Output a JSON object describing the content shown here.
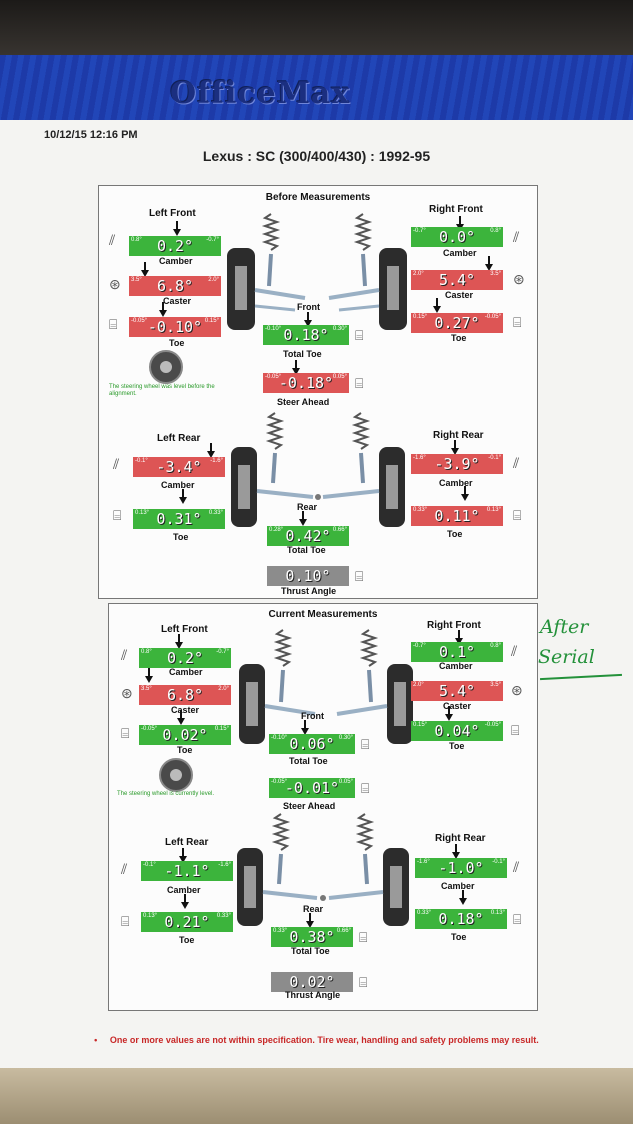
{
  "header": {
    "datetime": "10/12/15 12:16 PM",
    "vehicle": "Lexus : SC (300/400/430) : 1992-95",
    "folder_brand": "OfficeMax"
  },
  "before": {
    "title": "Before Measurements",
    "left_front_label": "Left Front",
    "right_front_label": "Right Front",
    "left_front": {
      "camber": {
        "value": "0.2°",
        "lo": "0.8°",
        "hi": "-0.7°",
        "label": "Camber"
      },
      "caster": {
        "value": "6.8°",
        "lo": "3.5°",
        "hi": "2.0°",
        "label": "Caster"
      },
      "toe": {
        "value": "-0.10°",
        "lo": "-0.05°",
        "hi": "0.15°",
        "label": "Toe"
      }
    },
    "right_front": {
      "camber": {
        "value": "0.0°",
        "lo": "-0.7°",
        "hi": "0.8°",
        "label": "Camber"
      },
      "caster": {
        "value": "5.4°",
        "lo": "2.0°",
        "hi": "3.5°",
        "label": "Caster"
      },
      "toe": {
        "value": "0.27°",
        "lo": "0.15°",
        "hi": "-0.05°",
        "label": "Toe"
      }
    },
    "front": {
      "label": "Front",
      "value": "0.18°",
      "lo": "-0.10°",
      "hi": "0.30°",
      "sub": "Total Toe"
    },
    "steer": {
      "value": "-0.18°",
      "lo": "-0.05°",
      "hi": "0.05°",
      "label": "Steer Ahead"
    },
    "steer_note": "The steering wheel was level before the alignment.",
    "left_rear_label": "Left Rear",
    "right_rear_label": "Right Rear",
    "left_rear": {
      "camber": {
        "value": "-3.4°",
        "lo": "-0.1°",
        "hi": "-1.6°",
        "label": "Camber"
      },
      "toe": {
        "value": "0.31°",
        "lo": "0.13°",
        "hi": "0.33°",
        "label": "Toe"
      }
    },
    "right_rear": {
      "camber": {
        "value": "-3.9°",
        "lo": "-1.6°",
        "hi": "-0.1°",
        "label": "Camber"
      },
      "toe": {
        "value": "0.11°",
        "lo": "0.33°",
        "hi": "0.13°",
        "label": "Toe"
      }
    },
    "rear": {
      "label": "Rear",
      "value": "0.42°",
      "lo": "0.28°",
      "hi": "0.66°",
      "sub": "Total Toe"
    },
    "thrust": {
      "value": "0.10°",
      "label": "Thrust Angle"
    }
  },
  "current": {
    "title": "Current Measurements",
    "left_front_label": "Left Front",
    "right_front_label": "Right Front",
    "left_front": {
      "camber": {
        "value": "0.2°",
        "lo": "0.8°",
        "hi": "-0.7°",
        "label": "Camber"
      },
      "caster": {
        "value": "6.8°",
        "lo": "3.5°",
        "hi": "2.0°",
        "label": "Caster"
      },
      "toe": {
        "value": "0.02°",
        "lo": "-0.05°",
        "hi": "0.15°",
        "label": "Toe"
      }
    },
    "right_front": {
      "camber": {
        "value": "0.1°",
        "lo": "-0.7°",
        "hi": "0.8°",
        "label": "Camber"
      },
      "caster": {
        "value": "5.4°",
        "lo": "2.0°",
        "hi": "3.5°",
        "label": "Caster"
      },
      "toe": {
        "value": "0.04°",
        "lo": "0.15°",
        "hi": "-0.05°",
        "label": "Toe"
      }
    },
    "front": {
      "label": "Front",
      "value": "0.06°",
      "lo": "-0.10°",
      "hi": "0.30°",
      "sub": "Total Toe"
    },
    "steer": {
      "value": "-0.01°",
      "lo": "-0.05°",
      "hi": "0.05°",
      "label": "Steer Ahead"
    },
    "steer_note": "The steering wheel is currently level.",
    "left_rear_label": "Left Rear",
    "right_rear_label": "Right Rear",
    "left_rear": {
      "camber": {
        "value": "-1.1°",
        "lo": "-0.1°",
        "hi": "-1.6°",
        "label": "Camber"
      },
      "toe": {
        "value": "0.21°",
        "lo": "0.13°",
        "hi": "0.33°",
        "label": "Toe"
      }
    },
    "right_rear": {
      "camber": {
        "value": "-1.0°",
        "lo": "-1.6°",
        "hi": "-0.1°",
        "label": "Camber"
      },
      "toe": {
        "value": "0.18°",
        "lo": "0.33°",
        "hi": "0.13°",
        "label": "Toe"
      }
    },
    "rear": {
      "label": "Rear",
      "value": "0.38°",
      "lo": "0.33°",
      "hi": "0.66°",
      "sub": "Total Toe"
    },
    "thrust": {
      "value": "0.02°",
      "label": "Thrust Angle"
    }
  },
  "handwritten_note": [
    "After",
    "Serial"
  ],
  "footer": {
    "bullet": "•",
    "warning": "One or more values are not within specification.  Tire wear, handling and safety problems may result."
  },
  "colors": {
    "in_spec": "#3cb43c",
    "out_of_spec": "#dd5555",
    "neutral": "#8c8c8c",
    "warning_text": "#c82828",
    "ink_note": "#23913a"
  }
}
